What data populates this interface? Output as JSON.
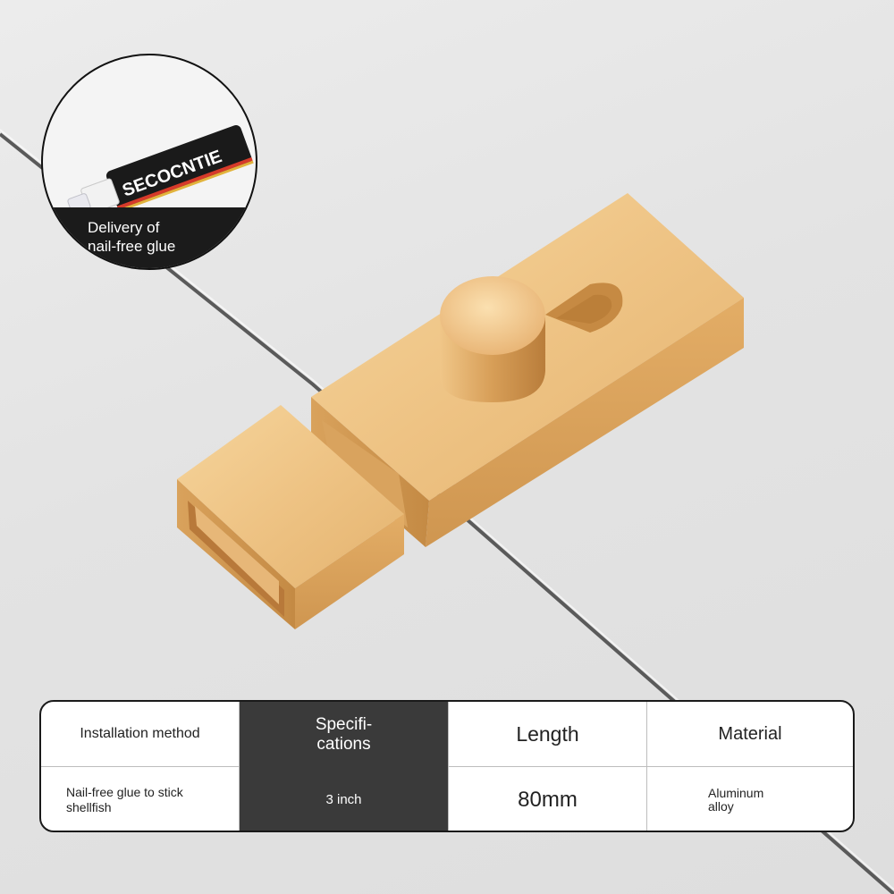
{
  "inset": {
    "brand": "SECOCNTIE",
    "caption_line1": "Delivery of",
    "caption_line2": "nail-free glue"
  },
  "spec_table": {
    "headers": [
      "Installation method",
      "Specifi-\ncations",
      "Length",
      "Material"
    ],
    "values": [
      "Nail-free glue to stick\nshellfish",
      "3 inch",
      "80mm",
      "Aluminum\nalloy"
    ]
  },
  "colors": {
    "gold_light": "#f3cc8e",
    "gold_mid": "#e2b06b",
    "gold_dark": "#c8904a",
    "table_dark_cell": "#3a3a3a"
  }
}
